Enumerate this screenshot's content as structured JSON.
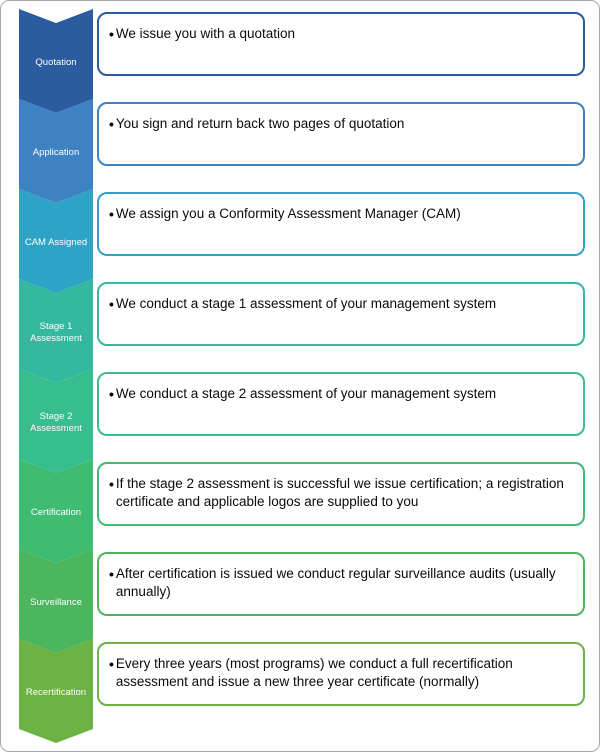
{
  "figure": {
    "type": "vertical-chevron-process-list",
    "steps": [
      {
        "label": "Quotation",
        "color": "#2B5C9F",
        "text": "We issue you with a quotation"
      },
      {
        "label": "Application",
        "color": "#3D83C4",
        "text": "You sign and return back two pages of quotation"
      },
      {
        "label": "CAM Assigned",
        "color": "#2FA3C6",
        "text": "We assign you a Conformity Assessment Manager (CAM)"
      },
      {
        "label": "Stage 1 Assessment",
        "color": "#34B9A0",
        "text": "We conduct a stage 1 assessment of your management system"
      },
      {
        "label": "Stage 2 Assessment",
        "color": "#38BD8F",
        "text": "We conduct a stage 2 assessment of your management system"
      },
      {
        "label": "Certification",
        "color": "#3FBC72",
        "text": "If the stage 2 assessment is successful we issue certification; a registration certificate and applicable logos are supplied to you"
      },
      {
        "label": "Surveillance",
        "color": "#4BB65D",
        "text": "After certification is issued we conduct regular surveillance audits (usually annually)"
      },
      {
        "label": "Recertification",
        "color": "#6DB244",
        "text": "Every three years (most programs) we conduct a full recertification assessment and issue a new three year certificate (normally)"
      }
    ],
    "bullet_glyph": "•"
  }
}
